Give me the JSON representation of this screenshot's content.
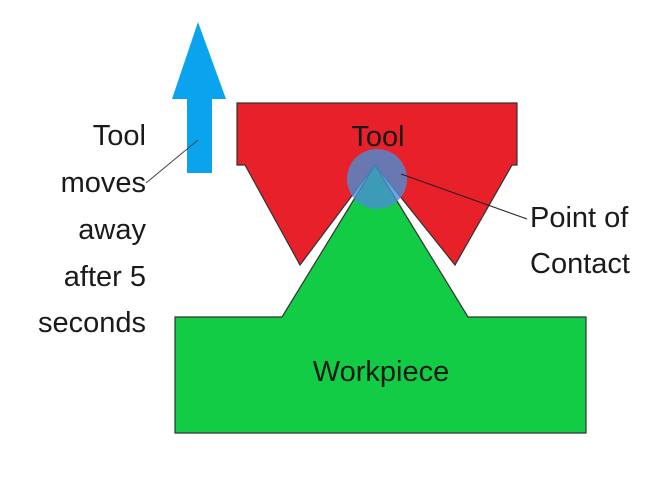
{
  "labels": {
    "tool": "Tool",
    "workpiece": "Workpiece",
    "motion_lines": [
      "Tool",
      "moves",
      "away",
      "after 5",
      "seconds"
    ],
    "contact_lines": [
      "Point of",
      "Contact"
    ]
  },
  "colors": {
    "tool_fill": "#e8202a",
    "workpiece_fill": "#11cc44",
    "arrow_fill": "#0aa3ee",
    "contact_fill": "#4a8fd4",
    "outline": "#333333"
  },
  "icons": {
    "motion_arrow": "up-arrow-icon"
  }
}
